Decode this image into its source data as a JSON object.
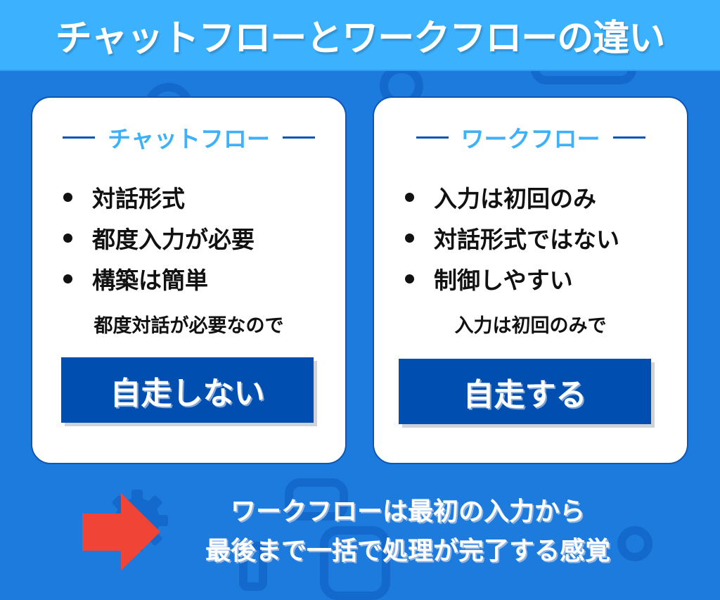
{
  "title": "チャットフローとワークフローの違い",
  "colors": {
    "header_bg": "#3cb1fd",
    "page_bg": "#1c7bdc",
    "card_title": "#3cb1fd",
    "verdict_bg": "#004fb0",
    "arrow": "#ef4436"
  },
  "cards": [
    {
      "heading": "チャットフロー",
      "bullets": [
        "対話形式",
        "都度入力が必要",
        "構築は簡単"
      ],
      "reason": "都度対話が必要なので",
      "verdict": "自走しない"
    },
    {
      "heading": "ワークフロー",
      "bullets": [
        "入力は初回のみ",
        "対話形式ではない",
        "制御しやすい"
      ],
      "reason": "入力は初回のみで",
      "verdict": "自走する"
    }
  ],
  "summary": {
    "icon": "right-arrow-icon",
    "line1": "ワークフローは最初の入力から",
    "line2": "最後まで一括で処理が完了する感覚"
  }
}
